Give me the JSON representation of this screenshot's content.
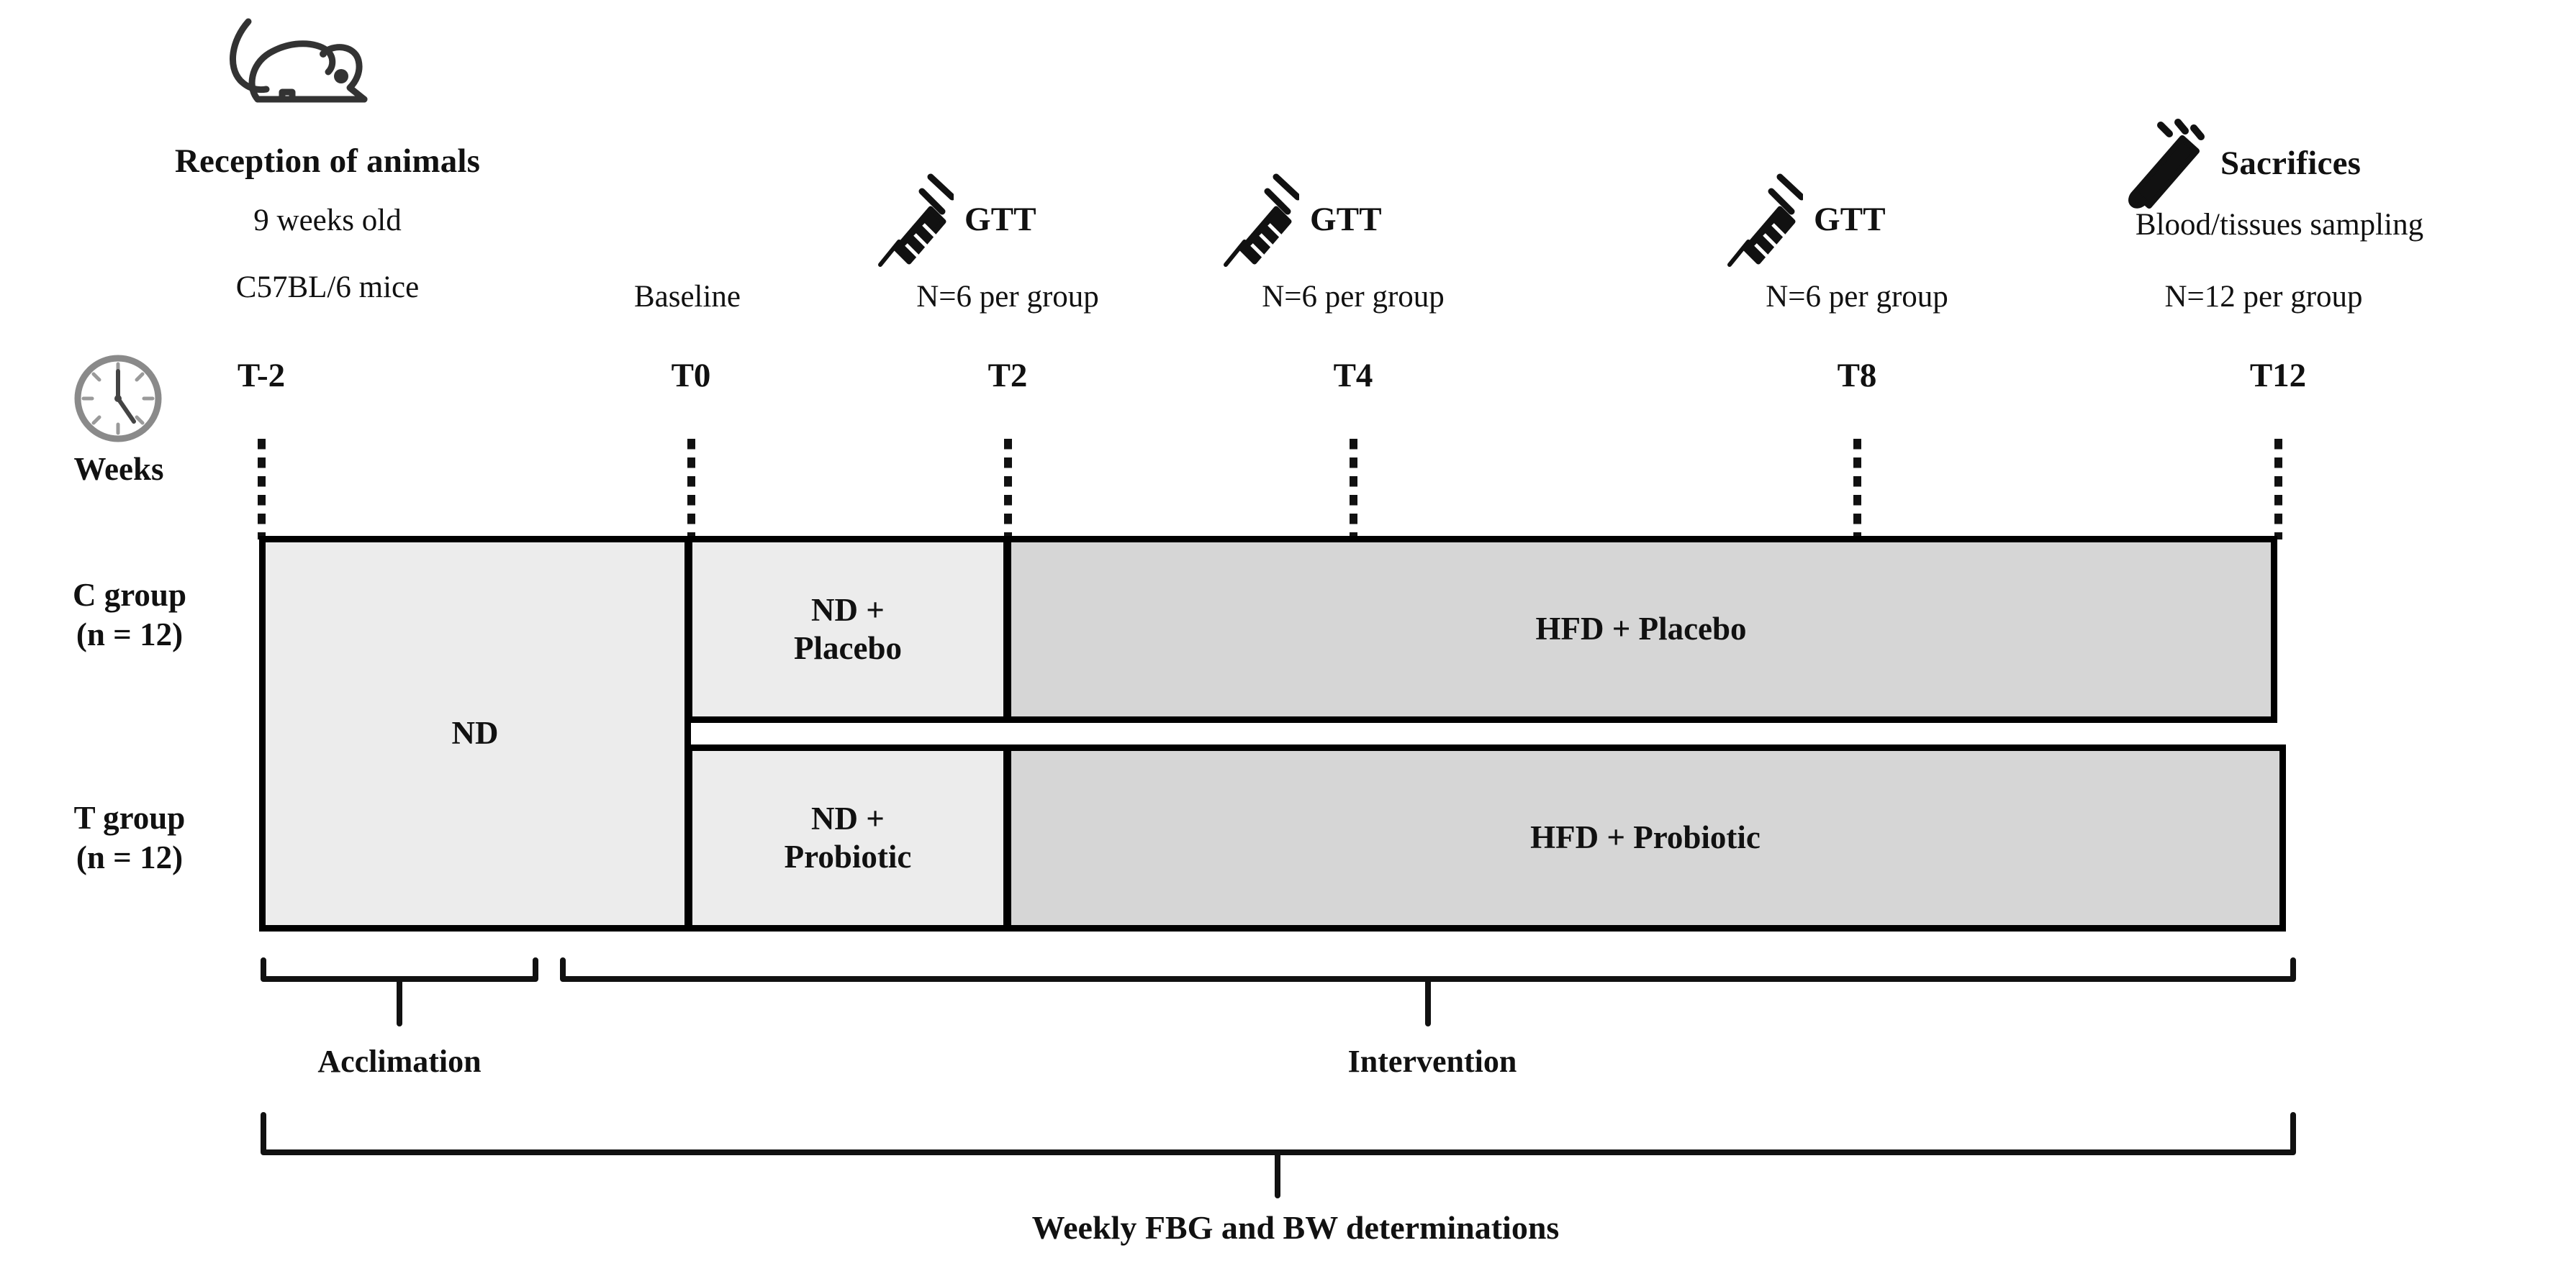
{
  "header": {
    "reception_title": "Reception of animals",
    "reception_line1": "9 weeks old",
    "reception_line2": "C57BL/6 mice",
    "baseline_label": "Baseline",
    "mouse_icon": "mouse-icon",
    "clock_icon": "clock-icon"
  },
  "events": [
    {
      "icon": "syringe-icon",
      "title": "GTT",
      "n_label": "N=6 per group",
      "time": "T2"
    },
    {
      "icon": "syringe-icon",
      "title": "GTT",
      "n_label": "N=6 per group",
      "time": "T4"
    },
    {
      "icon": "syringe-icon",
      "title": "GTT",
      "n_label": "N=6 per group",
      "time": "T8"
    },
    {
      "icon": "blood-tube-icon",
      "title": "Sacrifices",
      "subtitle": "Blood/tissues sampling",
      "n_label": "N=12 per group",
      "time": "T12"
    }
  ],
  "timeline": {
    "weeks_label": "Weeks",
    "ticks": [
      "T-2",
      "T0",
      "T2",
      "T4",
      "T8",
      "T12"
    ]
  },
  "groups": [
    {
      "name": "C group",
      "n": "(n = 12)"
    },
    {
      "name": "T group",
      "n": "(n = 12)"
    }
  ],
  "bars": {
    "nd": "ND",
    "c_mid_line1": "ND +",
    "c_mid_line2": "Placebo",
    "c_right": "HFD + Placebo",
    "t_mid_line1": "ND +",
    "t_mid_line2": "Probiotic",
    "t_right": "HFD + Probiotic"
  },
  "phases": {
    "acclimation": "Acclimation",
    "intervention": "Intervention"
  },
  "caption": "Weekly FBG and BW determinations",
  "colors": {
    "outline": "#000000",
    "nd_fill": "#ececec",
    "hfd_fill": "#d6d6d6",
    "background": "#ffffff"
  }
}
